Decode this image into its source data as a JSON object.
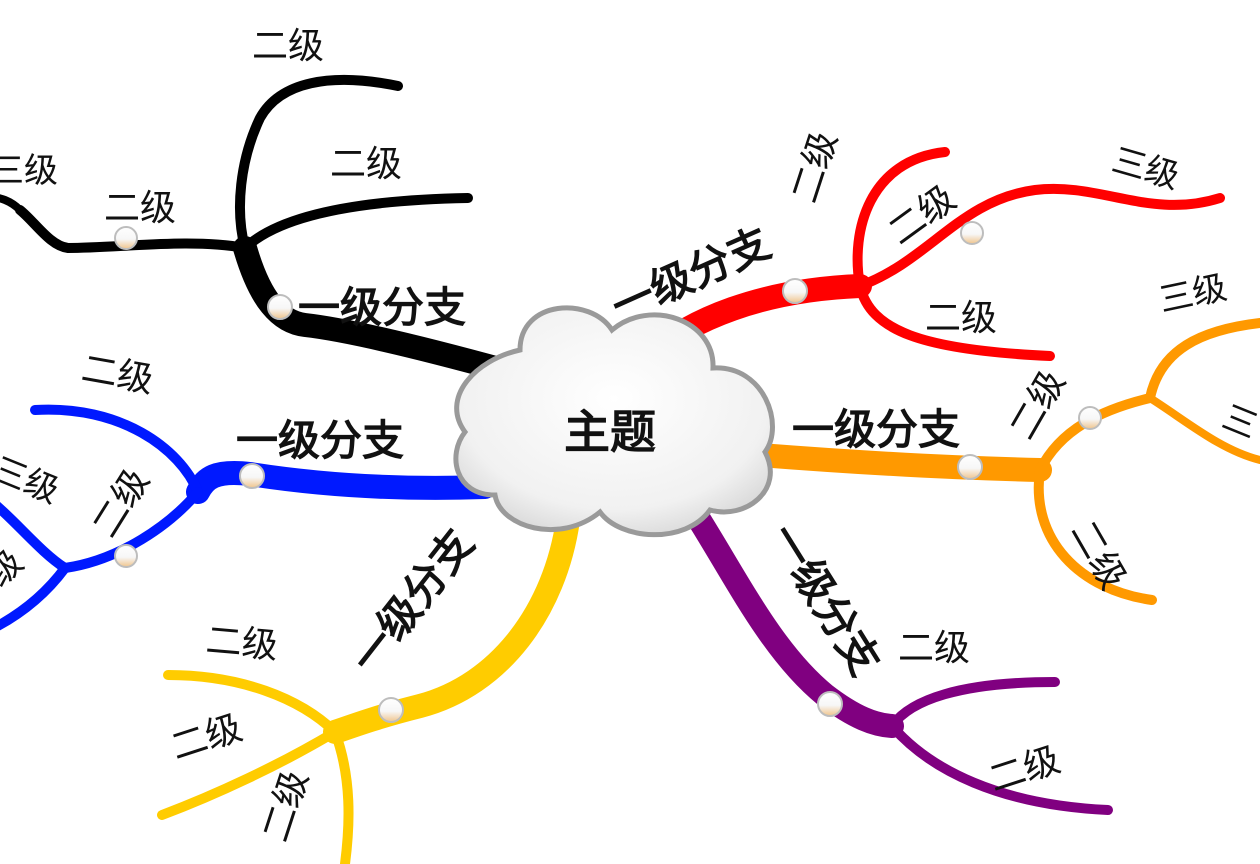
{
  "center": {
    "label": "主题"
  },
  "branches": [
    {
      "key": "black",
      "color": "#000000",
      "primary_label": "一级分支",
      "secondary_labels": [
        "二级",
        "二级",
        "二级"
      ],
      "tertiary_labels": [
        "三级"
      ]
    },
    {
      "key": "red",
      "color": "#ff0000",
      "primary_label": "一级分支",
      "secondary_labels": [
        "二级",
        "二级",
        "二级"
      ],
      "tertiary_labels": [
        "三级"
      ]
    },
    {
      "key": "orange",
      "color": "#ff9900",
      "primary_label": "一级分支",
      "secondary_labels": [
        "二级",
        "二级"
      ],
      "tertiary_labels": [
        "三级",
        "三"
      ]
    },
    {
      "key": "blue",
      "color": "#0019ff",
      "primary_label": "一级分支",
      "secondary_labels": [
        "二级",
        "二级"
      ],
      "tertiary_labels": [
        "三级",
        "级"
      ]
    },
    {
      "key": "yellow",
      "color": "#ffcc00",
      "primary_label": "一级分支",
      "secondary_labels": [
        "二级",
        "二级",
        "二级"
      ],
      "tertiary_labels": []
    },
    {
      "key": "purple",
      "color": "#800080",
      "primary_label": "一级分支",
      "secondary_labels": [
        "二级",
        "二级"
      ],
      "tertiary_labels": []
    }
  ]
}
